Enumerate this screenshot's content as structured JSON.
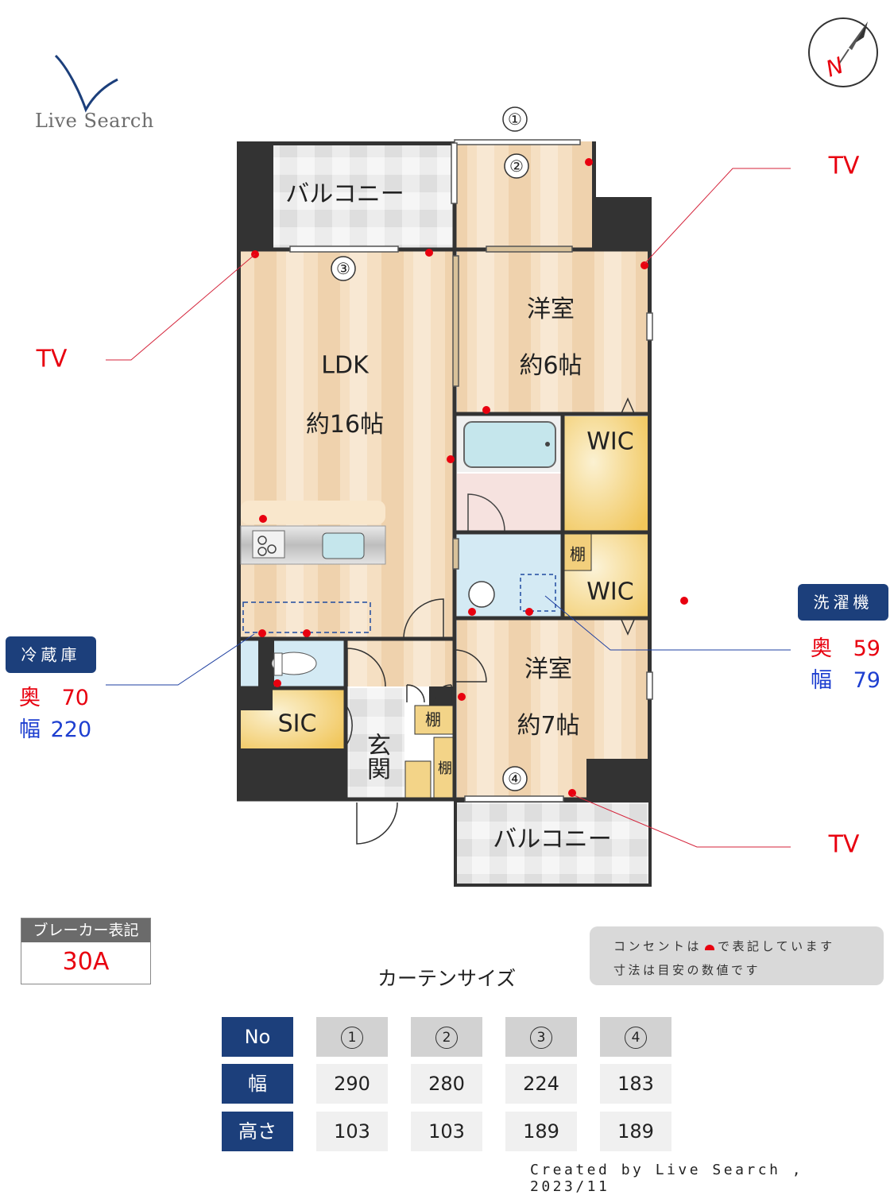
{
  "logo": {
    "text": "Live Search"
  },
  "compass": {
    "letter": "N"
  },
  "rooms": {
    "balcony_top": "バルコニー",
    "balcony_bottom": "バルコニー",
    "ldk_name": "LDK",
    "ldk_size": "約16帖",
    "western1_name": "洋室",
    "western1_size": "約6帖",
    "western2_name": "洋室",
    "western2_size": "約7帖",
    "wic1": "WIC",
    "wic2": "WIC",
    "shelf1": "棚",
    "shelf2": "棚",
    "shelf3": "棚",
    "sic": "SIC",
    "entrance": "玄関"
  },
  "window_markers": [
    "①",
    "②",
    "③",
    "④"
  ],
  "tv_labels": [
    "TV",
    "TV",
    "TV"
  ],
  "fridge": {
    "title": "冷蔵庫",
    "depth_label": "奥",
    "depth": "70",
    "width_label": "幅",
    "width": "220"
  },
  "washer": {
    "title": "洗濯機",
    "depth_label": "奥",
    "depth": "59",
    "width_label": "幅",
    "width": "79"
  },
  "breaker": {
    "title": "ブレーカー表記",
    "value": "30A"
  },
  "notes": {
    "line1_a": "コンセントは",
    "line1_b": "で表記しています",
    "line2": "寸法は目安の数値です"
  },
  "curtain": {
    "title": "カーテンサイズ",
    "row_labels": [
      "No",
      "幅",
      "高さ"
    ],
    "columns": [
      {
        "no": "1",
        "width": "290",
        "height": "103"
      },
      {
        "no": "2",
        "width": "280",
        "height": "103"
      },
      {
        "no": "3",
        "width": "224",
        "height": "189"
      },
      {
        "no": "4",
        "width": "183",
        "height": "189"
      }
    ]
  },
  "colors": {
    "outlet": "#e8000f",
    "label_bg": "#1c3f7b",
    "wood": "#f3dcbc",
    "wic": "#f6d98a"
  },
  "footer": "Created by Live Search , 2023/11"
}
